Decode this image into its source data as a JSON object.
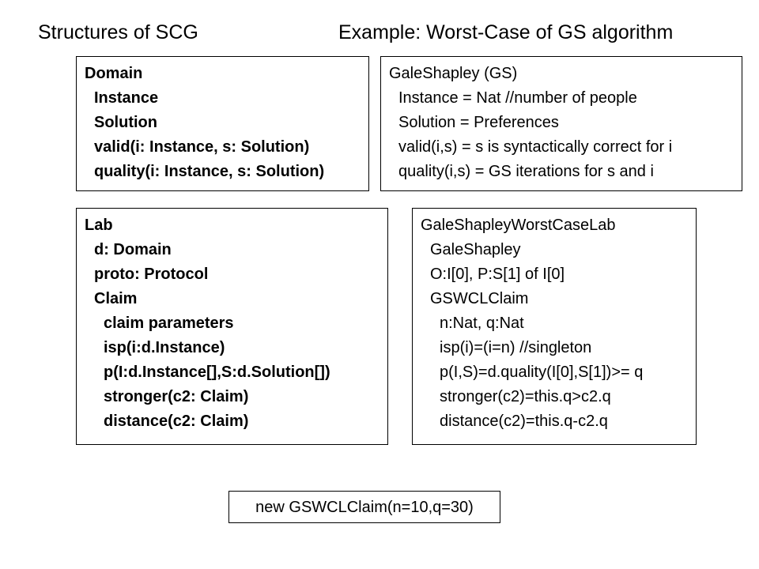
{
  "slide": {
    "titles": {
      "left": "Structures of SCG",
      "right": "Example: Worst-Case of GS algorithm"
    },
    "boxes": {
      "domain": {
        "name": "Domain",
        "lines": [
          {
            "text": "Domain",
            "indent": 0
          },
          {
            "text": "Instance",
            "indent": 1
          },
          {
            "text": "Solution",
            "indent": 1
          },
          {
            "text": "valid(i: Instance, s: Solution)",
            "indent": 1
          },
          {
            "text": "quality(i: Instance, s: Solution)",
            "indent": 1
          }
        ]
      },
      "galeshapley": {
        "name": "GaleShapley (GS)",
        "lines": [
          {
            "text": "GaleShapley (GS)",
            "indent": 0
          },
          {
            "text": "Instance = Nat //number of people",
            "indent": 1
          },
          {
            "text": "Solution = Preferences",
            "indent": 1
          },
          {
            "text": "valid(i,s) = s is syntactically correct for i",
            "indent": 1
          },
          {
            "text": "quality(i,s) = GS iterations for s and i",
            "indent": 1
          }
        ]
      },
      "lab": {
        "name": "Lab",
        "lines": [
          {
            "text": "Lab",
            "indent": 0
          },
          {
            "text": "d: Domain",
            "indent": 1
          },
          {
            "text": "proto: Protocol",
            "indent": 1
          },
          {
            "text": "Claim",
            "indent": 1
          },
          {
            "text": "claim parameters",
            "indent": 2
          },
          {
            "text": "isp(i:d.Instance)",
            "indent": 2
          },
          {
            "text": "p(I:d.Instance[],S:d.Solution[])",
            "indent": 2
          },
          {
            "text": "stronger(c2: Claim)",
            "indent": 2
          },
          {
            "text": "distance(c2: Claim)",
            "indent": 2
          }
        ]
      },
      "gswclab": {
        "name": "GaleShapleyWorstCaseLab",
        "lines": [
          {
            "text": "GaleShapleyWorstCaseLab",
            "indent": 0
          },
          {
            "text": "GaleShapley",
            "indent": 1
          },
          {
            "text": "O:I[0], P:S[1] of I[0]",
            "indent": 1
          },
          {
            "text": "GSWCLClaim",
            "indent": 1
          },
          {
            "text": "n:Nat, q:Nat",
            "indent": 2
          },
          {
            "text": "isp(i)=(i=n) //singleton",
            "indent": 2
          },
          {
            "text": "p(I,S)=d.quality(I[0],S[1])>= q",
            "indent": 2
          },
          {
            "text": "stronger(c2)=this.q>c2.q",
            "indent": 2
          },
          {
            "text": "distance(c2)=this.q-c2.q",
            "indent": 2
          }
        ]
      },
      "instantiation": {
        "text": "new GSWCLClaim(n=10,q=30)"
      }
    },
    "colors": {
      "background": "#ffffff",
      "text": "#000000",
      "border": "#000000"
    }
  }
}
